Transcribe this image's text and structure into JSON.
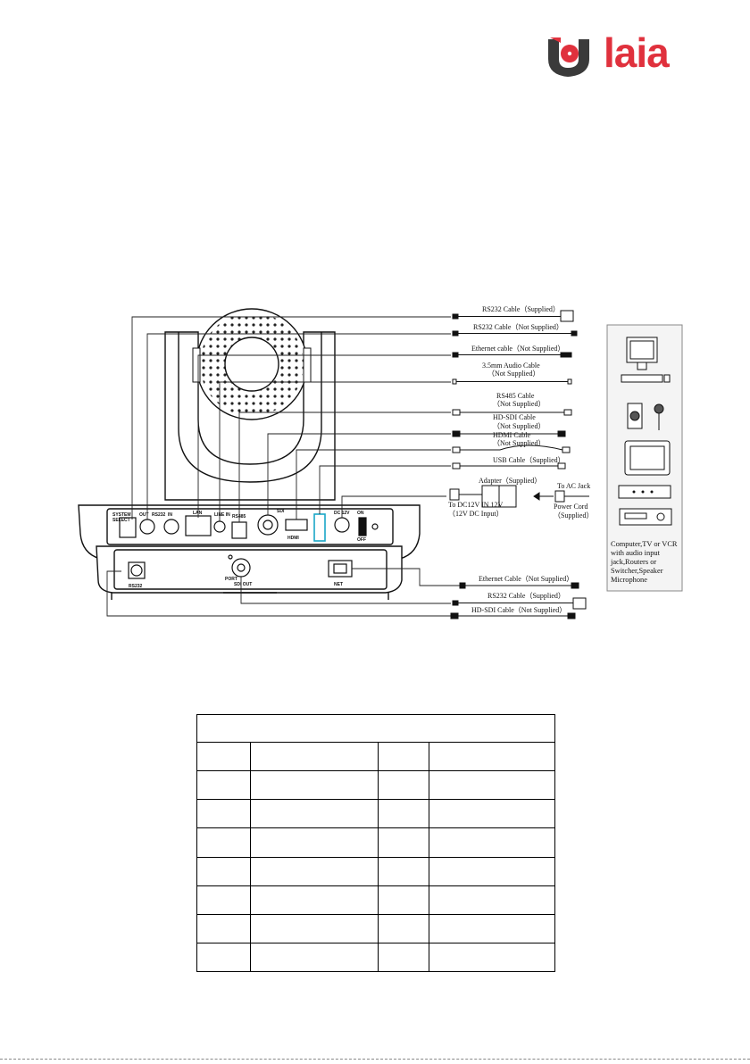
{
  "logo": {
    "text": "laia",
    "color": "#e0313d"
  },
  "cables": {
    "rs232_supplied": "RS232 Cable（Supplied）",
    "rs232_not_supplied": "RS232 Cable（Not Supplied）",
    "ethernet_not_supplied": "Ethernet cable（Not Supplied）",
    "audio_line1": "3.5mm Audio Cable",
    "audio_line2": "（Not Supplied）",
    "rs485_line1": "RS485 Cable",
    "rs485_line2": "（Not Supplied）",
    "hdsdi_line1": "HD-SDI Cable",
    "hdsdi_line2": "（Not Supplied）",
    "hdmi_line1": "HDMI Cable",
    "hdmi_line2": "（Not Supplied）",
    "usb_supplied": "USB Cable（Supplied）",
    "adapter": "Adapter（Supplied）",
    "to_ac_jack": "To AC Jack",
    "dc_line1": "To DC12V IN 12V",
    "dc_line2": "（12V DC Input）",
    "power_line1": "Power Cord",
    "power_line2": "（Supplied）",
    "ethernet_bottom": "Ethernet Cable（Not Supplied）",
    "rs232_bottom": "RS232 Cable（Supplied）",
    "hdsdi_bottom": "HD-SDI Cable（Not Supplied）"
  },
  "devices_caption": [
    "Computer,TV or VCR",
    "with audio input",
    "jack,Routers or",
    "Switcher,Speaker",
    "Microphone"
  ],
  "panel_labels": {
    "system_select": "SYSTEM",
    "select": "SELECT",
    "out": "OUT",
    "rs232": "RS232",
    "in": "IN",
    "lan": "LAN",
    "line_in": "LINE IN",
    "rs485": "RS485",
    "sdi": "SDI",
    "hdmi": "HDMI",
    "dc12v": "DC 12V",
    "on": "ON",
    "off": "OFF",
    "rs232_lower": "RS232",
    "sdi_out": "SDI OUT",
    "net": "NET",
    "port": "PORT"
  },
  "table": {
    "header": "",
    "rows": [
      [
        "",
        "",
        "",
        ""
      ],
      [
        "",
        "",
        "",
        ""
      ],
      [
        "",
        "",
        "",
        ""
      ],
      [
        "",
        "",
        "",
        ""
      ],
      [
        "",
        "",
        "",
        ""
      ],
      [
        "",
        "",
        "",
        ""
      ],
      [
        "",
        "",
        "",
        ""
      ],
      [
        "",
        "",
        "",
        ""
      ]
    ]
  }
}
